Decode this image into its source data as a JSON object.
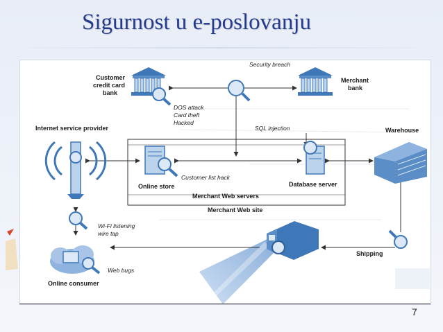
{
  "slide": {
    "title": "Sigurnost u e-poslovanju",
    "page_number": "7"
  },
  "diagram": {
    "nodes": {
      "customer_bank": [
        "Customer",
        "credit card",
        "bank"
      ],
      "merchant_bank": [
        "Merchant",
        "bank"
      ],
      "isp": "Internet service provider",
      "warehouse": "Warehouse",
      "online_store": "Online store",
      "database_server": "Database server",
      "online_consumer": "Online consumer",
      "merchant_web_servers": "Merchant Web servers",
      "merchant_web_site": "Merchant Web site",
      "shipping": "Shipping"
    },
    "threats": {
      "security_breach": "Security breach",
      "dos_attack": [
        "DOS attack",
        "Card theft",
        "Hacked"
      ],
      "sql_injection": "SQL injection",
      "customer_list_hack": "Customer list hack",
      "wifi": [
        "Wi-Fi listening",
        "wire tap"
      ],
      "web_bugs": "Web bugs"
    }
  },
  "colors": {
    "title": "#243a8c",
    "icon_blue": "#3f78b8",
    "light_blue": "#bcd3ec",
    "road": "#a9c4e6"
  }
}
